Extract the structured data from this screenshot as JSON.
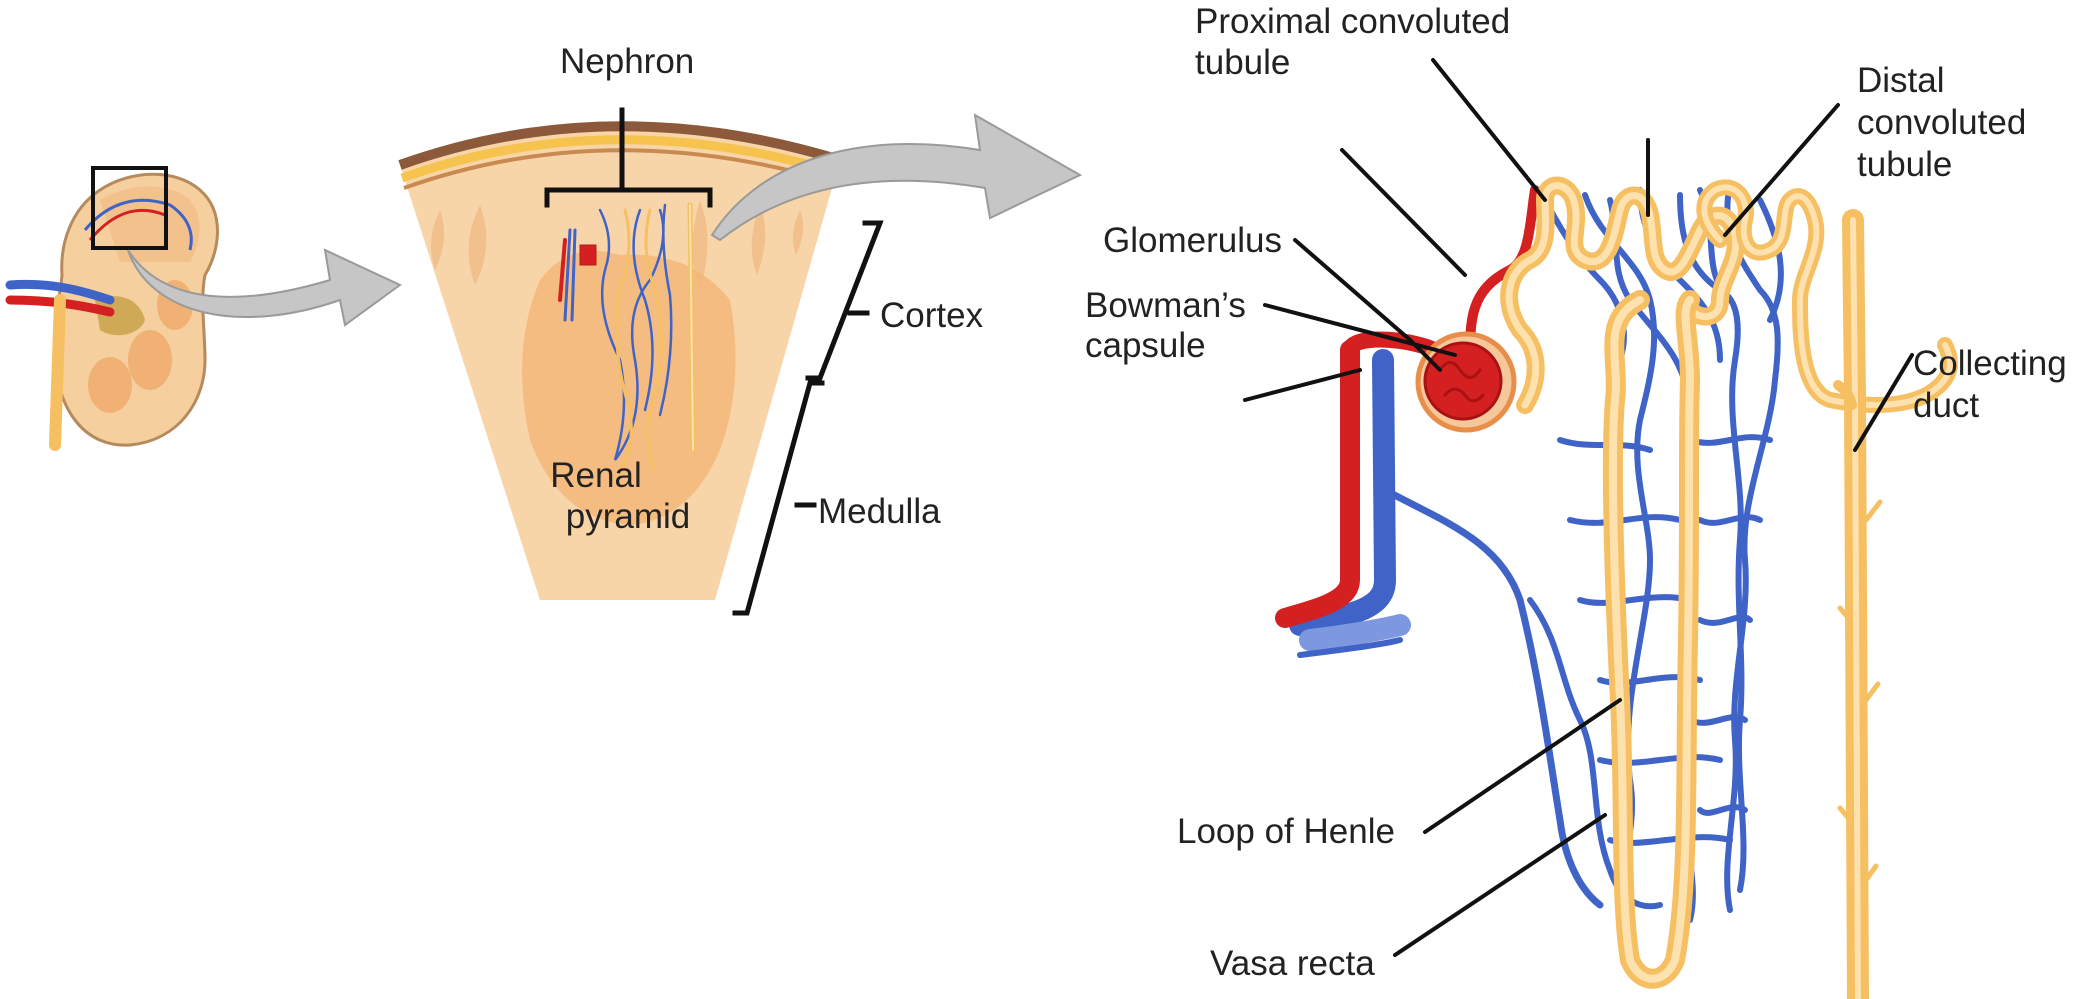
{
  "labels": {
    "nephron": "Nephron",
    "cortex": "Cortex",
    "medulla": "Medulla",
    "renal_pyramid_line1": "Renal",
    "renal_pyramid_line2": "pyramid",
    "proximal_line1": "Proximal convoluted",
    "proximal_line2": "tubule",
    "distal_line1": "Distal",
    "distal_line2": "convoluted",
    "distal_line3": "tubule",
    "glomerulus": "Glomerulus",
    "bowmans_line1": "Bowman’s",
    "bowmans_line2": "capsule",
    "collecting_line1": "Collecting",
    "collecting_line2": "duct",
    "loop_of_henle": "Loop of Henle",
    "vasa_recta": "Vasa recta"
  },
  "colors": {
    "artery": "#d42020",
    "vein": "#3f63c7",
    "tubule": "#f6bf62",
    "tubule_light": "#fde2b0",
    "tissue": "#f8d5a9",
    "tissue_dark": "#efb57d",
    "capsule_brown": "#8c5a3a",
    "arrow_fill": "#c6c6c6"
  }
}
